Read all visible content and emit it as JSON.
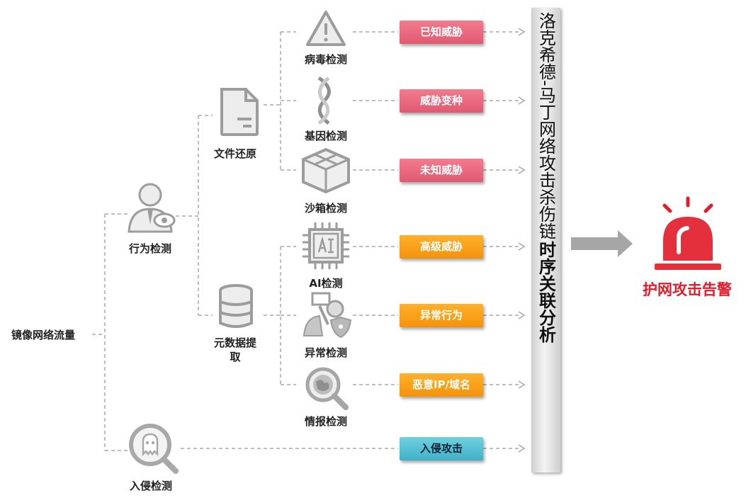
{
  "source": "镜像网络流量",
  "behavior": "行为检测",
  "file_restore": "文件还原",
  "metadata": "元数据提\n取",
  "intrusion": "入侵检测",
  "detections": {
    "virus": "病毒检测",
    "gene": "基因检测",
    "sandbox": "沙箱检测",
    "ai": "AI检测",
    "anomaly": "异常检测",
    "intel": "情报检测"
  },
  "tags": {
    "known": "已知威胁",
    "variant": "威胁变种",
    "unknown": "未知威胁",
    "advanced": "高级威胁",
    "abnormal": "异常行为",
    "malicious": "恶意IP/域名",
    "attack": "入侵攻击"
  },
  "chain": {
    "regular": "洛克希德-马丁网络攻击杀伤链",
    "bold": "时序关联分析"
  },
  "alarm": "护网攻击告警",
  "colors": {
    "red_tag": "#e05a71",
    "orange_tag": "#f4930b",
    "blue_tag": "#3fb1c7",
    "alarm": "#e21d2b",
    "icon": "#a9a9a9"
  }
}
